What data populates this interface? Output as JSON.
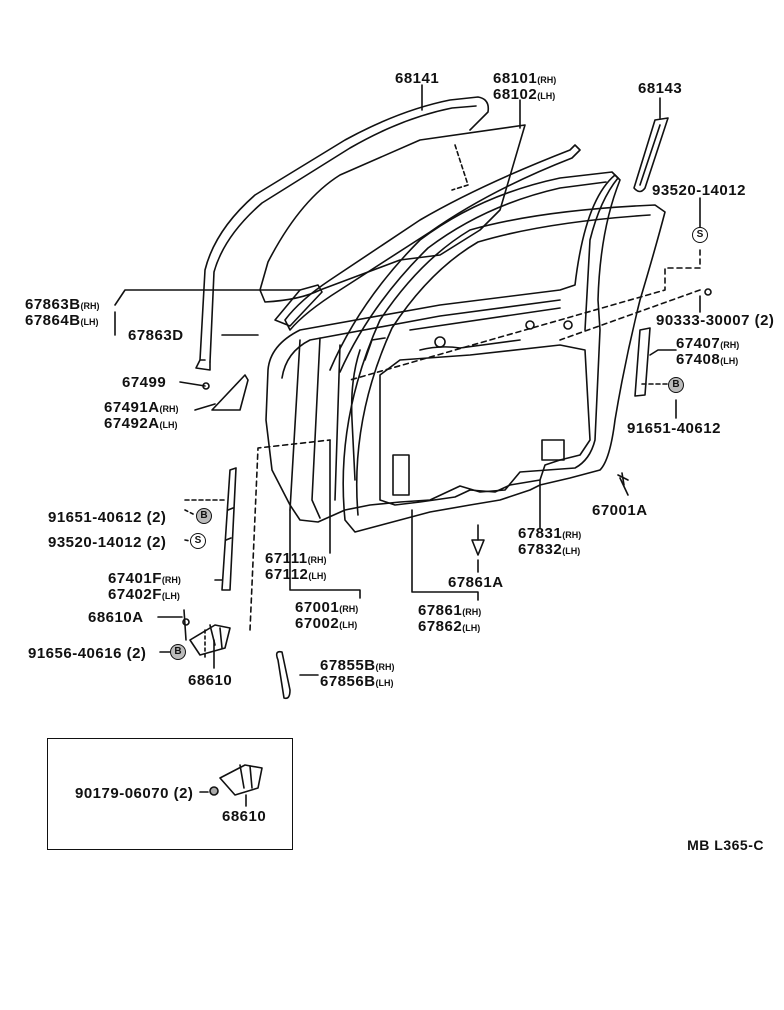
{
  "parts": {
    "p68141": "68141",
    "p68101": "68101",
    "p68102": "68102",
    "p68143": "68143",
    "p93520_top": "93520-14012",
    "p90333": "90333-30007 (2)",
    "p67407": "67407",
    "p67408": "67408",
    "p91651_right": "91651-40612",
    "p67001A": "67001A",
    "p67831": "67831",
    "p67832": "67832",
    "p67861A": "67861A",
    "p67861": "67861",
    "p67862": "67862",
    "p67001": "67001",
    "p67002": "67002",
    "p67111": "67111",
    "p67112": "67112",
    "p67855B": "67855B",
    "p67856B": "67856B",
    "p67863B": "67863B",
    "p67864B": "67864B",
    "p67863D": "67863D",
    "p67499": "67499",
    "p67491A": "67491A",
    "p67492A": "67492A",
    "p91651_left": "91651-40612 (2)",
    "p93520_left": "93520-14012 (2)",
    "p67401F": "67401F",
    "p67402F": "67402F",
    "p68610A": "68610A",
    "p91656": "91656-40616 (2)",
    "p68610": "68610",
    "p90179": "90179-06070 (2)",
    "p68610_inset": "68610"
  },
  "side": {
    "rh": "(RH)",
    "lh": "(LH)"
  },
  "symbols": {
    "s": "S",
    "b": "B"
  },
  "figure_code": "MB L365-C"
}
